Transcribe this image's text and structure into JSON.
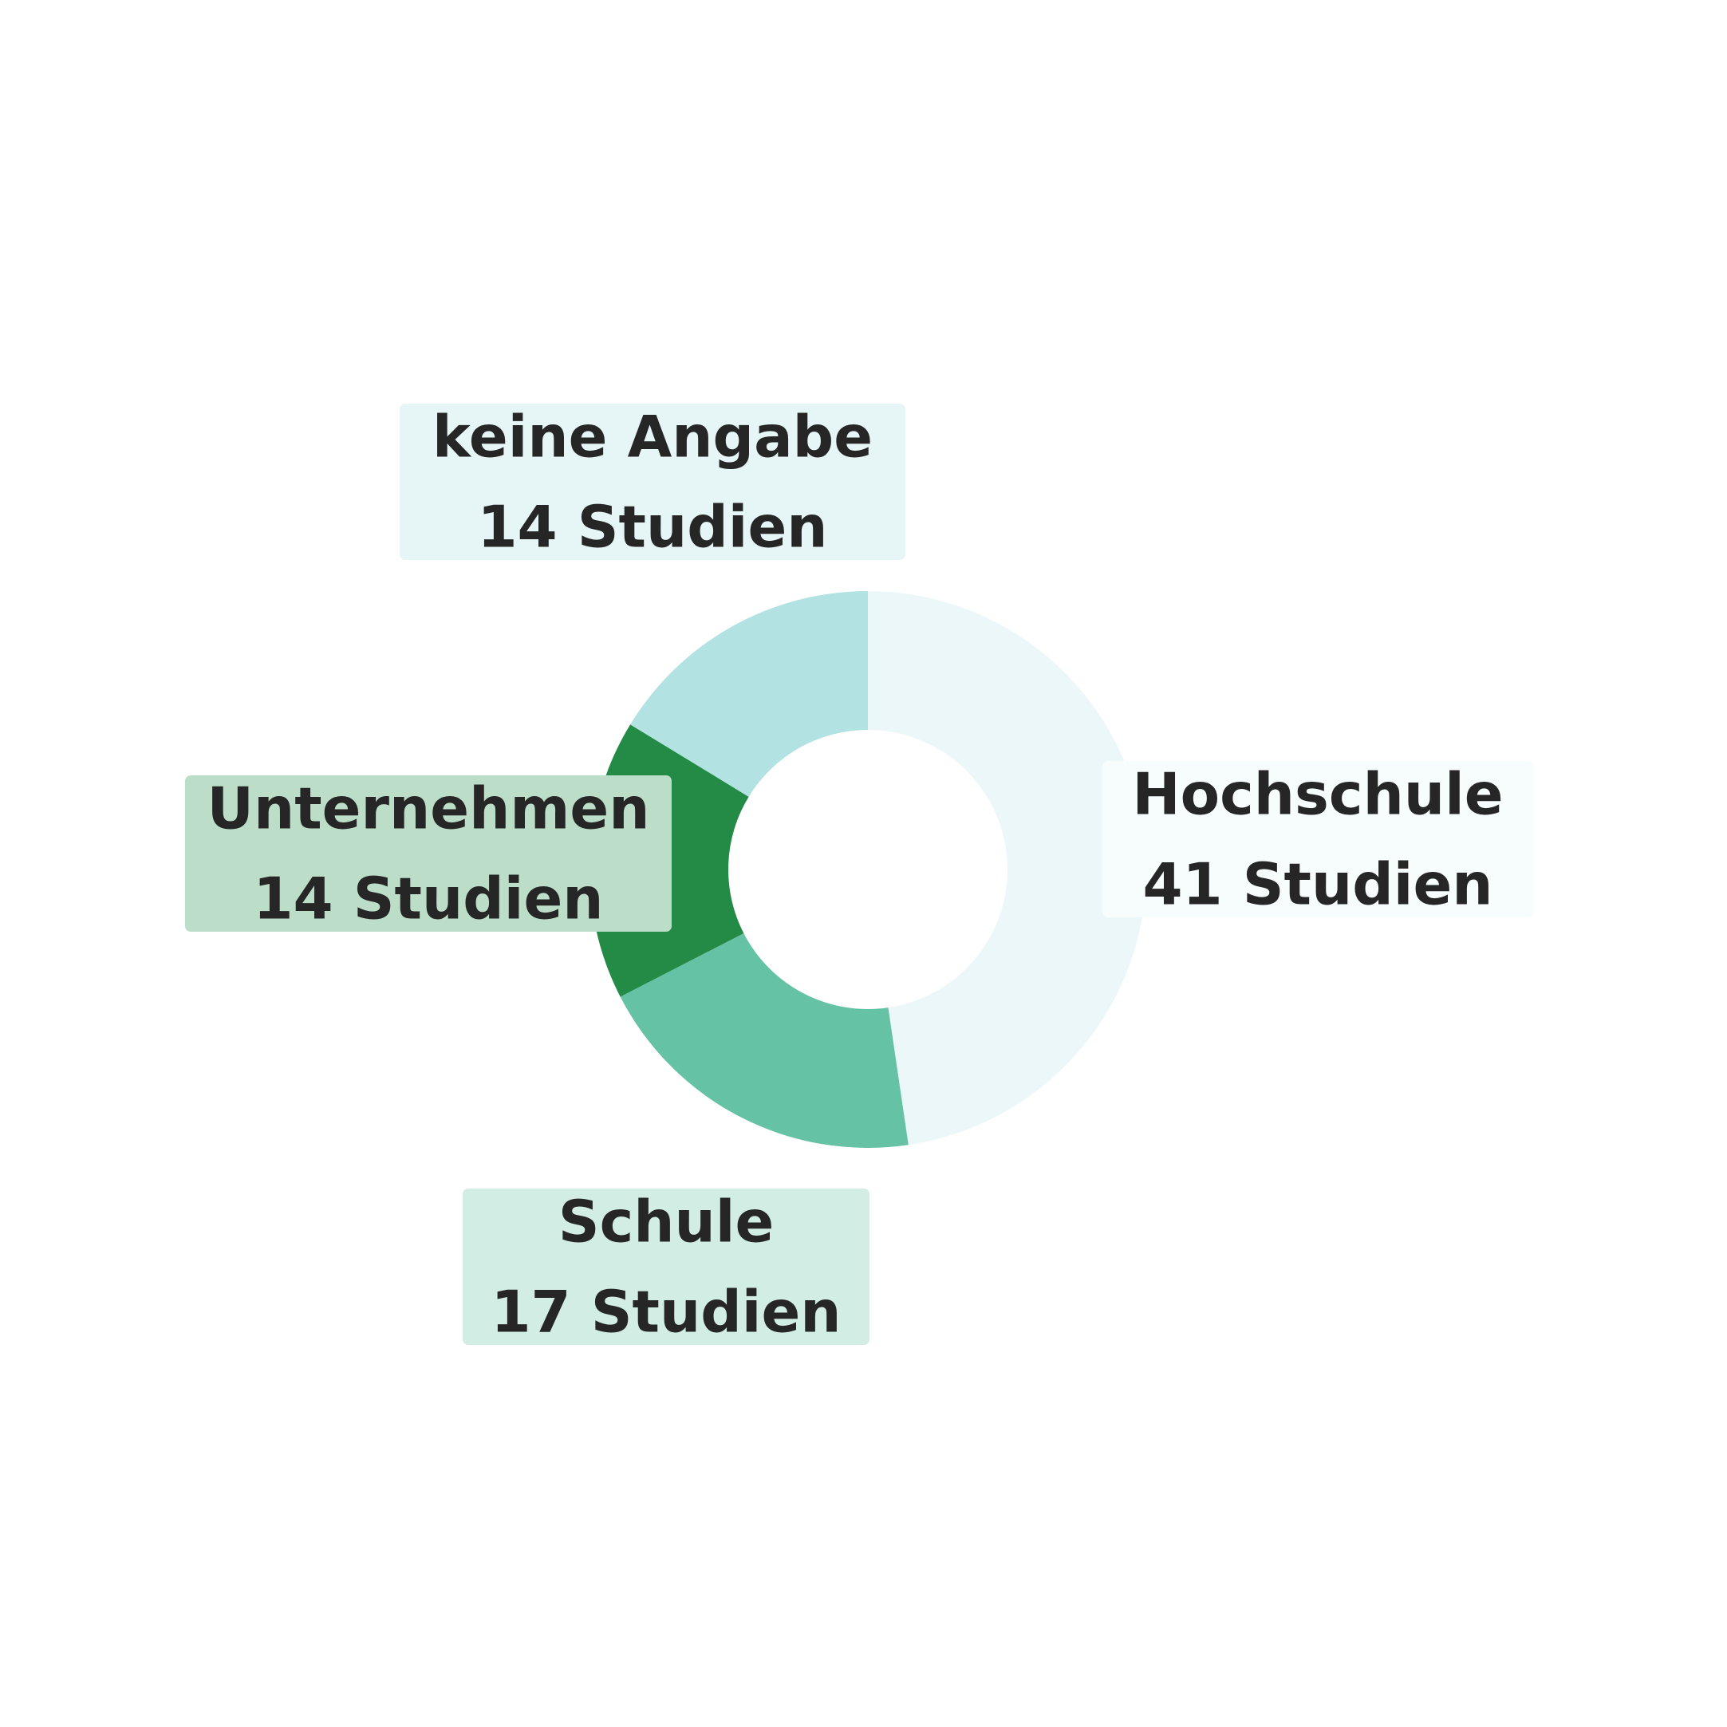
{
  "chart_data": {
    "type": "pie",
    "style": "donut",
    "title": "",
    "categories": [
      "Hochschule",
      "Schule",
      "Unternehmen",
      "keine Angabe"
    ],
    "values": [
      41,
      17,
      14,
      14
    ],
    "value_labels": [
      "41 Studien",
      "17 Studien",
      "14 Studien",
      "14 Studien"
    ],
    "colors": [
      "#ebf7f9",
      "#66c2a4",
      "#238b45",
      "#b2e2e2"
    ],
    "label_box_colors": [
      "#f7fcfd",
      "#d2ede3",
      "#bcdec9",
      "#e6f5f5"
    ],
    "label_text_color": "#262626",
    "start_angle_deg": 90,
    "direction": "clockwise",
    "legend": "none"
  }
}
